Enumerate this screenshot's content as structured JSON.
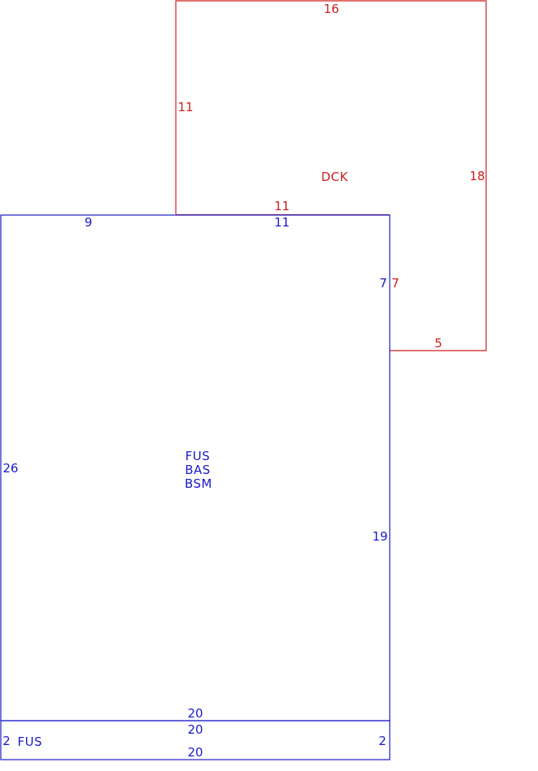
{
  "colors": {
    "deck": "#cc1f1f",
    "main": "#1a1ac8",
    "background": "#ffffff"
  },
  "deck": {
    "code": "DCK",
    "dims": {
      "top": "16",
      "left": "11",
      "right": "18",
      "bottom_shared": "11",
      "inner_right": "7",
      "bottom": "5"
    }
  },
  "main_area": {
    "codes": [
      "FUS",
      "BAS",
      "BSM"
    ],
    "dims": {
      "top_left": "9",
      "top_shared": "11",
      "right_upper": "7",
      "left": "26",
      "right_lower": "19",
      "bottom": "20"
    }
  },
  "strip": {
    "code": "FUS",
    "dims": {
      "top": "20",
      "left": "2",
      "right": "2",
      "bottom": "20"
    }
  }
}
